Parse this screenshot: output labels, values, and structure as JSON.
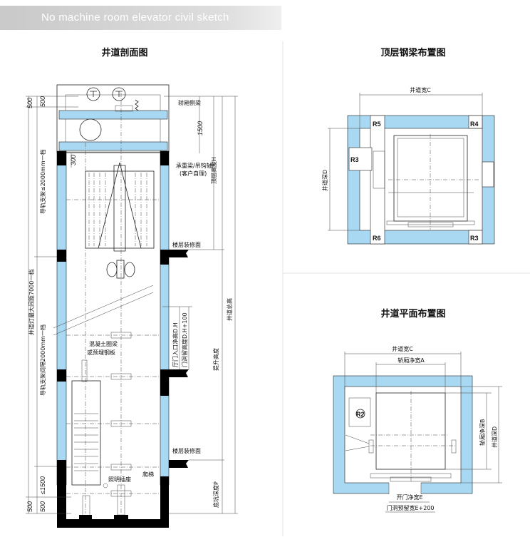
{
  "banner": {
    "title": "No machine room elevator civil sketch"
  },
  "section": {
    "title": "井道剖面图",
    "dim_top_500_outer": "500",
    "dim_top_500_inner": "500",
    "car_side_beam": "轿厢侧梁",
    "dim_1500": "1500",
    "dim_300": "300",
    "bearing_beam": "承重梁/吊钩轴/",
    "customer_supplied": "(客户自理)",
    "top_floor_height": "顶层高度H",
    "rail_bracket_top": "导轨支架≤2000mm一档",
    "shaft_light": "井道灯最大间距7000一档",
    "rail_bracket_spacing": "导轨支架间隔2000mm一档",
    "floor_finish_1": "楼层装修面",
    "floor_finish_2": "楼层装修面",
    "shaft_total_height": "井道总高",
    "door_clear_height": "厅门入口净高D.H",
    "door_opening_height": "门洞留高度D.H+100",
    "travel_height": "提升高度",
    "ring_beam_1": "混凝土圈梁",
    "ring_beam_2": "或预埋钢板",
    "lighting_socket": "照明插座",
    "ladder": "爬梯",
    "dim_le1500": "≤1500",
    "dim_bottom_500_outer": "500",
    "dim_bottom_500_inner": "500",
    "pit_depth": "底坑深度P"
  },
  "top_beam": {
    "title": "顶层钢梁布置图",
    "shaft_width": "井道宽C",
    "shaft_depth": "井道深D",
    "labels": {
      "r5": "R5",
      "r4": "R4",
      "r3_left": "R3",
      "r6": "R6",
      "r3_bottom": "R3"
    }
  },
  "plan": {
    "title": "井道平面布置图",
    "shaft_width": "井道宽C",
    "car_width": "轿厢净宽A",
    "car_depth": "轿厢净深B",
    "shaft_depth": "井道深D",
    "door_width": "开门净宽E",
    "door_opening": "门洞预留宽E+200",
    "r2": "R2"
  },
  "colors": {
    "wall": "#a9d8f2",
    "banner": "#cfcfcf"
  }
}
